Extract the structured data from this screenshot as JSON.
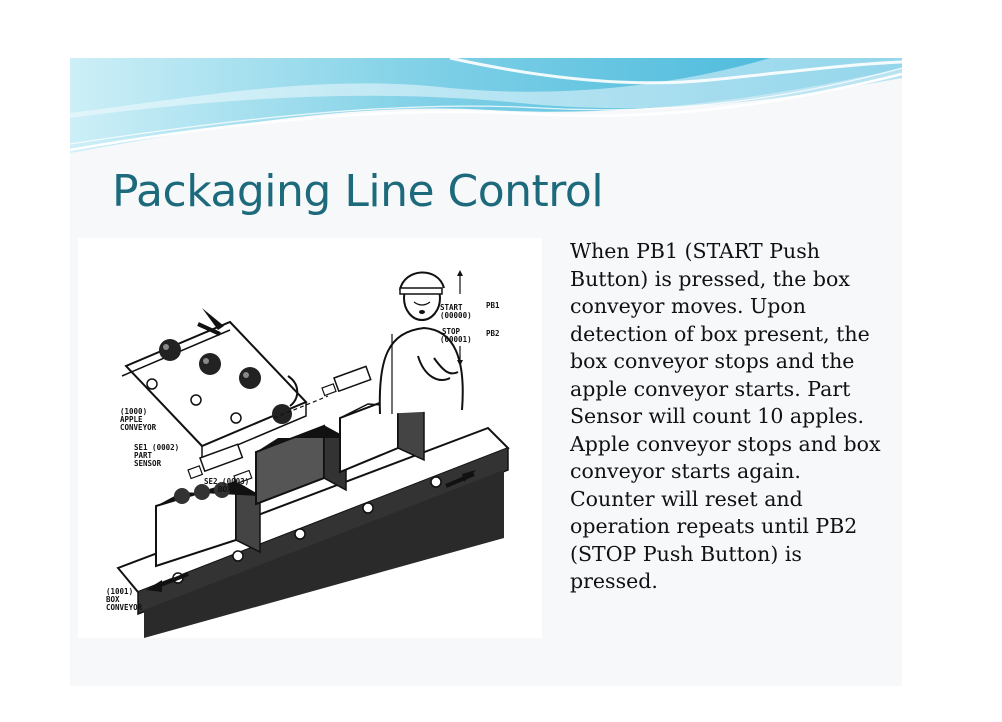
{
  "slide": {
    "title": "Packaging Line Control",
    "body": "When PB1 (START Push Button) is pressed, the box conveyor moves. Upon detection of box present, the box conveyor stops and the apple conveyor starts. Part Sensor will count 10 apples. Apple conveyor stops and box conveyor starts again. Counter will reset and operation repeats until PB2 (STOP Push Button) is pressed."
  },
  "figure": {
    "labels": {
      "pb1": "PB1",
      "pb2": "PB2",
      "start": "START",
      "start_addr": "(00000)",
      "stop": "STOP",
      "stop_addr": "(00001)",
      "apple_addr": "(1000)",
      "apple_line1": "APPLE",
      "apple_line2": "CONVEYOR",
      "se1": "SE1 (0002)",
      "se1_line2": "PART",
      "se1_line3": "SENSOR",
      "se2": "SE2 (0003)",
      "se2_line2": "BOX",
      "box_addr": "(1001)",
      "box_line1": "BOX",
      "box_line2": "CONVEYOR"
    }
  },
  "colors": {
    "title": "#1d6a7c",
    "wave_light": "#bfe8f3",
    "wave_mid": "#7ccfe6",
    "wave_dark": "#3fb4d9"
  }
}
